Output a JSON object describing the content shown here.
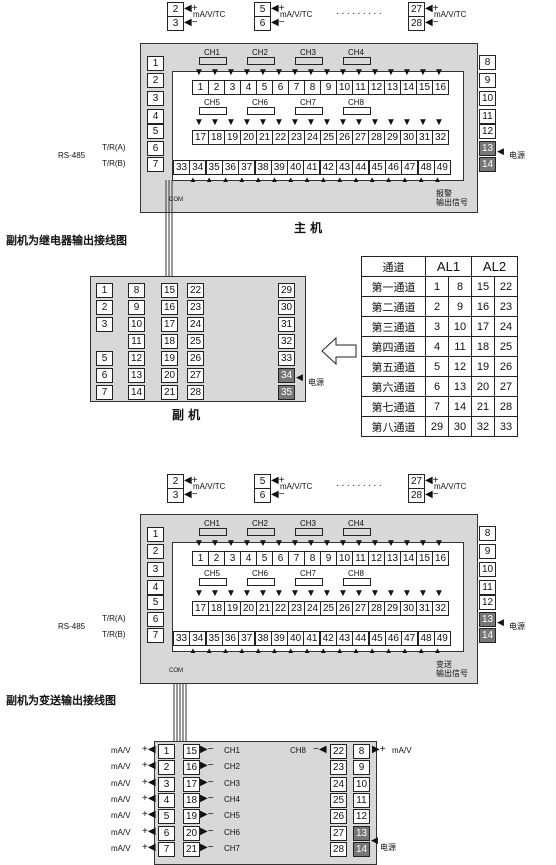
{
  "top_inputs": {
    "plus": [
      "2",
      "5",
      "27"
    ],
    "minus": [
      "3",
      "6",
      "28"
    ],
    "signal": "mA/V/TC",
    "dots": "·········"
  },
  "top_inputs_2": {
    "plus": [
      "2",
      "5",
      "27"
    ],
    "minus": [
      "3",
      "6",
      "28"
    ],
    "signal": "mA/V/TC",
    "dots": "·········"
  },
  "host_panel": {
    "left_terminals": [
      "1",
      "2",
      "3",
      "4",
      "5",
      "6",
      "7"
    ],
    "right_terminals": [
      "8",
      "9",
      "10",
      "11",
      "12",
      "13",
      "14"
    ],
    "rs485": "RS-485",
    "tr_a": "T/R(A)",
    "tr_b": "T/R(B)",
    "power": "电源",
    "ch_labels": [
      "CH1",
      "CH2",
      "CH3",
      "CH4",
      "CH5",
      "CH6",
      "CH7",
      "CH8"
    ],
    "row1": [
      "1",
      "2",
      "3",
      "4",
      "5",
      "6",
      "7",
      "8",
      "9",
      "10",
      "11",
      "12",
      "13",
      "14",
      "15",
      "16"
    ],
    "row2": [
      "17",
      "18",
      "19",
      "20",
      "21",
      "22",
      "23",
      "24",
      "25",
      "26",
      "27",
      "28",
      "29",
      "30",
      "31",
      "32"
    ],
    "row3": [
      "33",
      "34",
      "35",
      "36",
      "37",
      "38",
      "39",
      "40",
      "41",
      "42",
      "43",
      "44",
      "45",
      "46",
      "47",
      "48",
      "49"
    ],
    "com": "COM",
    "alarm_out": "报警\n输出信号",
    "title": "主 机"
  },
  "relay_caption": "副机为继电器输出接线图",
  "slave_relay": {
    "col1": [
      "1",
      "2",
      "3",
      "",
      "5",
      "6",
      "7"
    ],
    "col2": [
      "8",
      "9",
      "10",
      "11",
      "12",
      "13",
      "14"
    ],
    "col3": [
      "15",
      "16",
      "17",
      "18",
      "19",
      "20",
      "21"
    ],
    "col4": [
      "22",
      "23",
      "24",
      "25",
      "26",
      "27",
      "28"
    ],
    "col5": [
      "29",
      "30",
      "31",
      "32",
      "33",
      "34",
      "35"
    ],
    "power": "电源",
    "title": "副 机"
  },
  "mapping_table": {
    "headers": [
      "通道",
      "AL1",
      "AL2"
    ],
    "rows": [
      [
        "第一通道",
        "1",
        "8",
        "15",
        "22"
      ],
      [
        "第二通道",
        "2",
        "9",
        "16",
        "23"
      ],
      [
        "第三通道",
        "3",
        "10",
        "17",
        "24"
      ],
      [
        "第四通道",
        "4",
        "11",
        "18",
        "25"
      ],
      [
        "第五通道",
        "5",
        "12",
        "19",
        "26"
      ],
      [
        "第六通道",
        "6",
        "13",
        "20",
        "27"
      ],
      [
        "第七通道",
        "7",
        "14",
        "21",
        "28"
      ],
      [
        "第八通道",
        "29",
        "30",
        "32",
        "33"
      ]
    ]
  },
  "transmit_caption": "副机为变送输出接线图",
  "host_panel_2": {
    "transmit_out": "变送\n输出信号"
  },
  "slave_transmit": {
    "left_nums": [
      "1",
      "2",
      "3",
      "4",
      "5",
      "6",
      "7"
    ],
    "mid_nums": [
      "15",
      "16",
      "17",
      "18",
      "19",
      "20",
      "21"
    ],
    "ch": [
      "CH1",
      "CH2",
      "CH3",
      "CH4",
      "CH5",
      "CH6",
      "CH7"
    ],
    "signal": "mA/V",
    "right_a": [
      "22",
      "23",
      "24",
      "25",
      "26",
      "27",
      "28"
    ],
    "right_b": [
      "8",
      "9",
      "10",
      "11",
      "12",
      "13",
      "14"
    ],
    "ch8": "CH8",
    "power": "电源"
  }
}
